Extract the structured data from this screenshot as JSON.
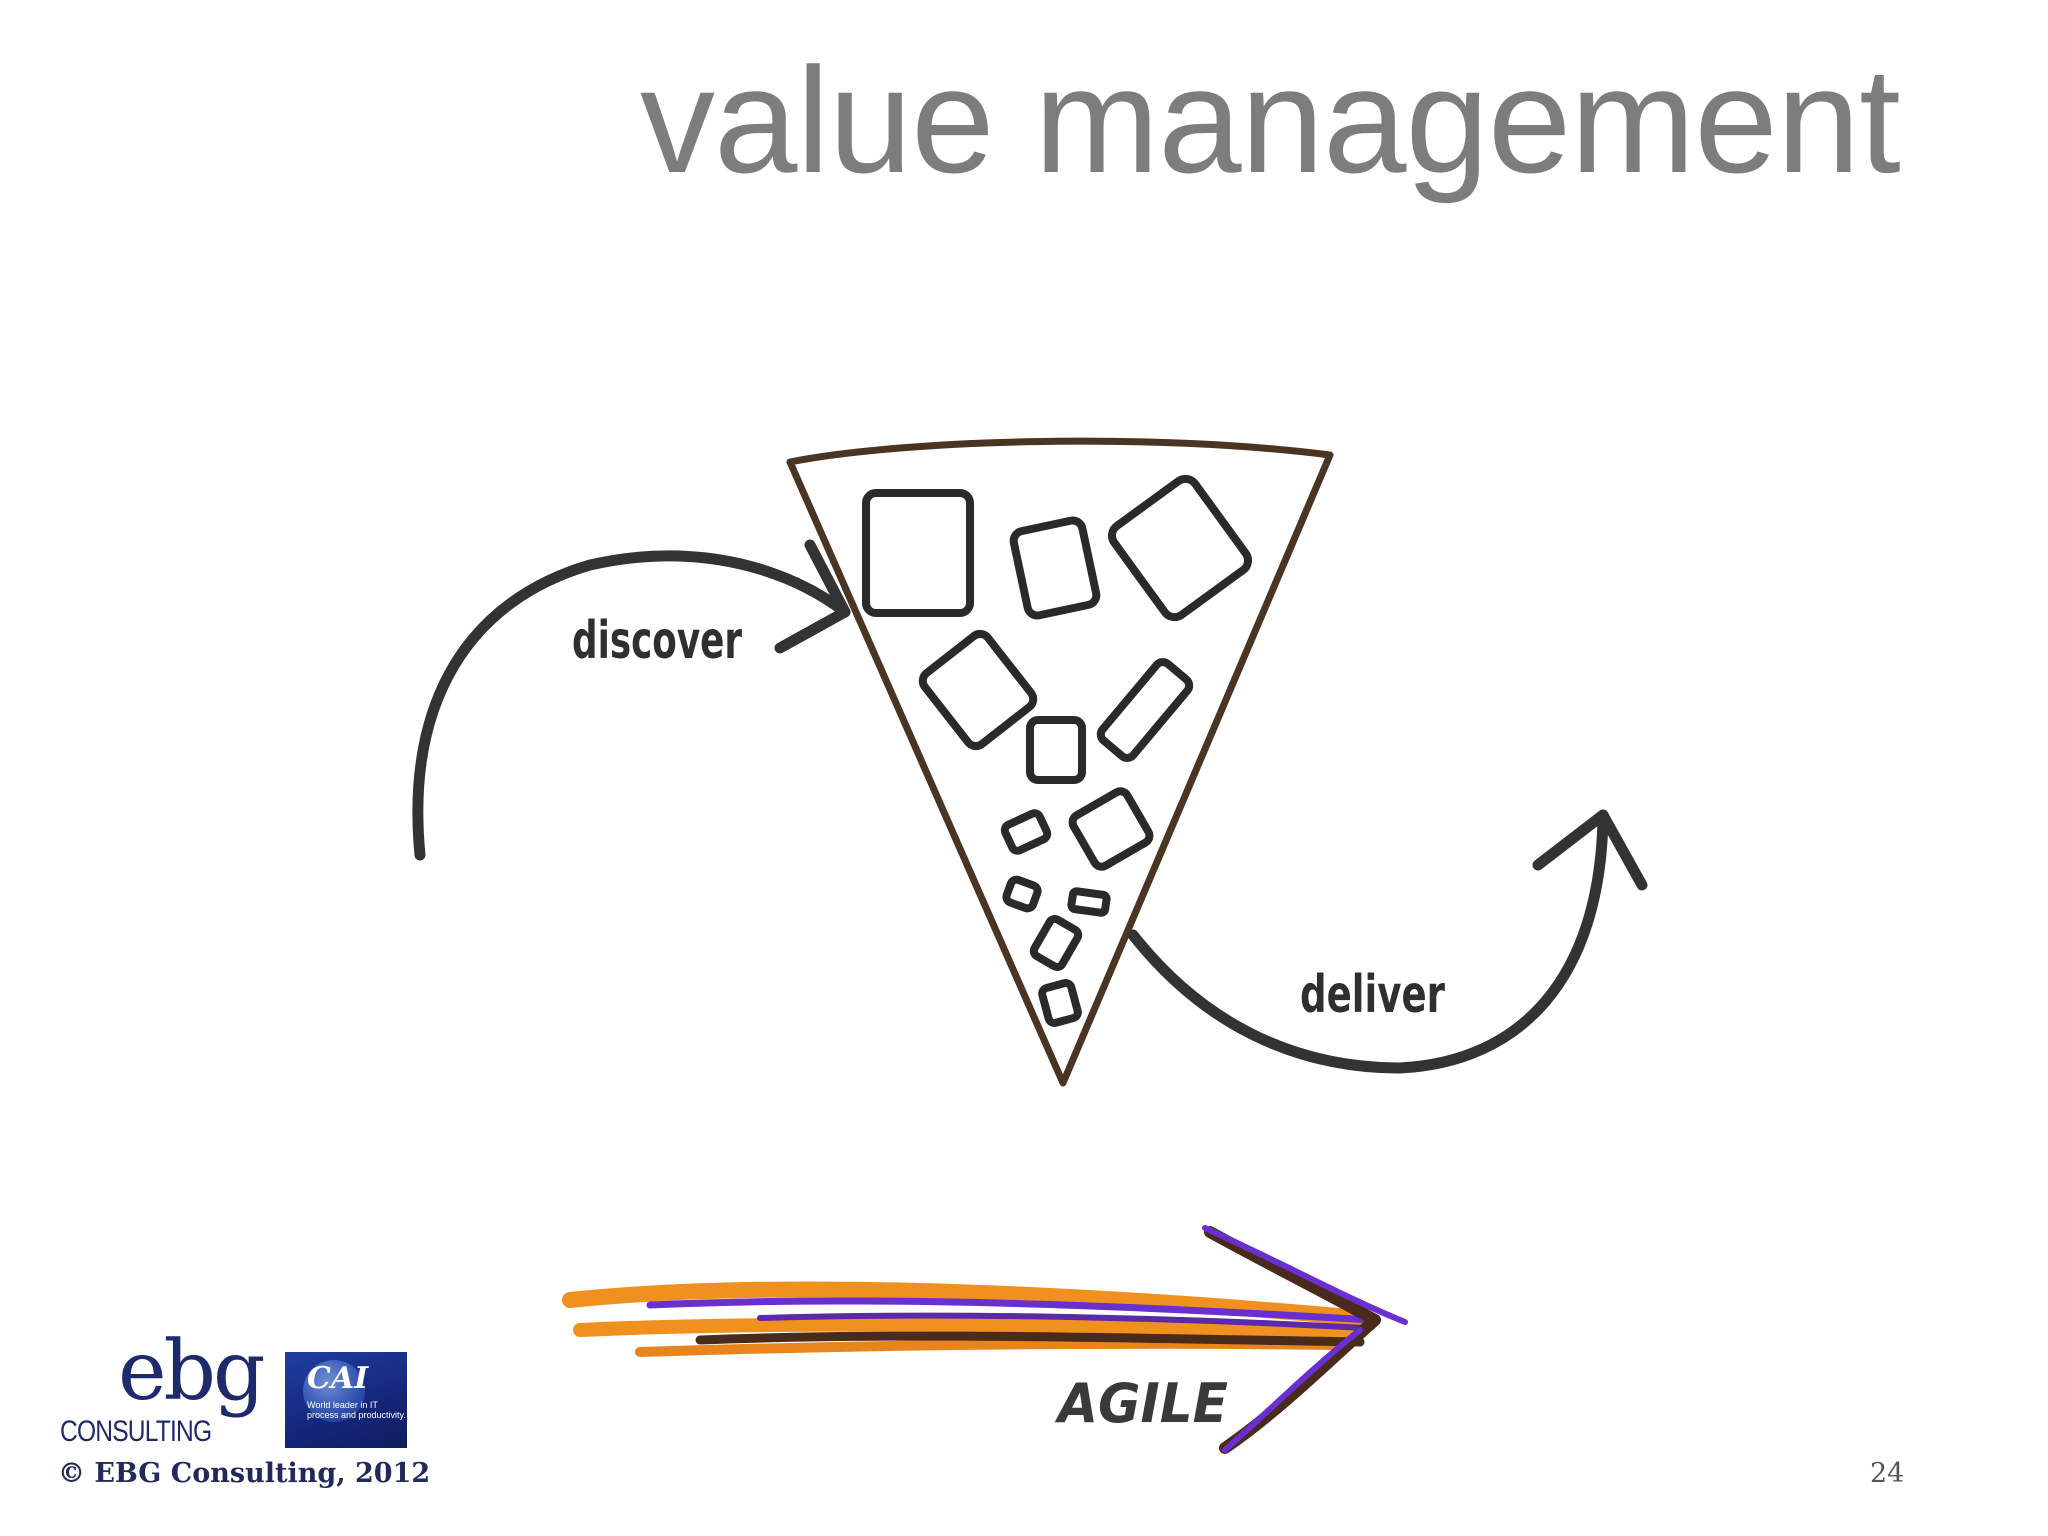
{
  "slide": {
    "title": "value management",
    "page_number": "24",
    "copyright": "© EBG Consulting, 2012"
  },
  "diagram": {
    "discover_label": "discover",
    "deliver_label": "deliver",
    "agile_label": "AGILE",
    "colors": {
      "slice_outline": "#4a3523",
      "arrow_stroke": "#333333",
      "agile_orange": "#f0901e",
      "agile_purple": "#6a2fd0",
      "agile_brown": "#4a2a1a"
    }
  },
  "logos": {
    "ebg_word": "ebg",
    "ebg_sub": "CONSULTING",
    "cai_word": "CAI",
    "cai_tagline": "World leader in IT process and productivity."
  }
}
